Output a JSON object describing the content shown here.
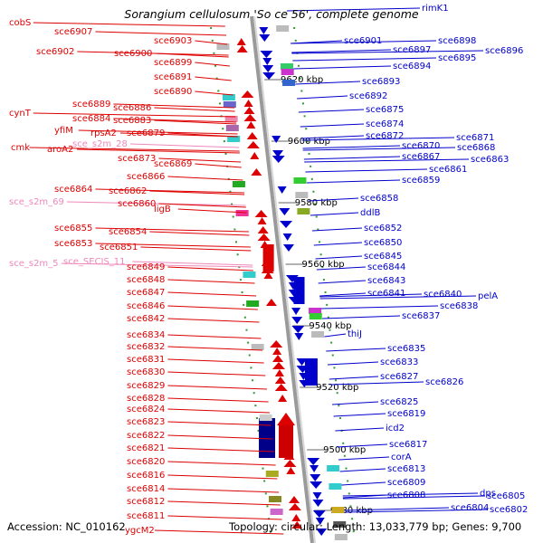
{
  "title": "Sorangium cellulosum 'So ce 56', complete genome",
  "accession": "Accession: NC_010162",
  "topology": "Topology: circular; Length: 13,033,779 bp; Genes: 9,700",
  "colors": {
    "left": "#dd0000",
    "right": "#0000cc",
    "pink": "#ee88bb",
    "axis": "#888888",
    "ruler": "#339933"
  },
  "ruler_ticks": [
    "9620 kbp",
    "9600 kbp",
    "9580 kbp",
    "9560 kbp",
    "9540 kbp",
    "9520 kbp",
    "9500 kbp",
    "9480 kbp"
  ],
  "left_labels": [
    {
      "text": "cobS",
      "color": "red"
    },
    {
      "text": "sce6907",
      "color": "red"
    },
    {
      "text": "sce6903",
      "color": "red"
    },
    {
      "text": "sce6902",
      "color": "red"
    },
    {
      "text": "sce6900",
      "color": "red"
    },
    {
      "text": "sce6899",
      "color": "red"
    },
    {
      "text": "sce6891",
      "color": "red"
    },
    {
      "text": "sce6890",
      "color": "red"
    },
    {
      "text": "sce6889",
      "color": "red"
    },
    {
      "text": "cynT",
      "color": "red"
    },
    {
      "text": "sce6886",
      "color": "red"
    },
    {
      "text": "sce6884",
      "color": "red"
    },
    {
      "text": "sce6883",
      "color": "red"
    },
    {
      "text": "yfiM",
      "color": "red"
    },
    {
      "text": "rpsA2",
      "color": "red"
    },
    {
      "text": "sce6879",
      "color": "red"
    },
    {
      "text": "cmk",
      "color": "red"
    },
    {
      "text": "aroA2",
      "color": "red"
    },
    {
      "text": "sce_s2m_28",
      "color": "pink"
    },
    {
      "text": "sce6873",
      "color": "red"
    },
    {
      "text": "sce6869",
      "color": "red"
    },
    {
      "text": "sce6866",
      "color": "red"
    },
    {
      "text": "sce6864",
      "color": "red"
    },
    {
      "text": "sce6862",
      "color": "red"
    },
    {
      "text": "sce_s2m_69",
      "color": "pink"
    },
    {
      "text": "sce6860",
      "color": "red"
    },
    {
      "text": "ligB",
      "color": "red"
    },
    {
      "text": "sce6855",
      "color": "red"
    },
    {
      "text": "sce6854",
      "color": "red"
    },
    {
      "text": "sce6853",
      "color": "red"
    },
    {
      "text": "sce6851",
      "color": "red"
    },
    {
      "text": "sce_s2m_5",
      "color": "pink"
    },
    {
      "text": "sce_SECIS_11",
      "color": "pink"
    },
    {
      "text": "sce6849",
      "color": "red"
    },
    {
      "text": "sce6848",
      "color": "red"
    },
    {
      "text": "sce6847",
      "color": "red"
    },
    {
      "text": "sce6846",
      "color": "red"
    },
    {
      "text": "sce6842",
      "color": "red"
    },
    {
      "text": "sce6834",
      "color": "red"
    },
    {
      "text": "sce6832",
      "color": "red"
    },
    {
      "text": "sce6831",
      "color": "red"
    },
    {
      "text": "sce6830",
      "color": "red"
    },
    {
      "text": "sce6829",
      "color": "red"
    },
    {
      "text": "sce6828",
      "color": "red"
    },
    {
      "text": "sce6824",
      "color": "red"
    },
    {
      "text": "sce6823",
      "color": "red"
    },
    {
      "text": "sce6822",
      "color": "red"
    },
    {
      "text": "sce6821",
      "color": "red"
    },
    {
      "text": "sce6820",
      "color": "red"
    },
    {
      "text": "sce6816",
      "color": "red"
    },
    {
      "text": "sce6814",
      "color": "red"
    },
    {
      "text": "sce6812",
      "color": "red"
    },
    {
      "text": "sce6811",
      "color": "red"
    },
    {
      "text": "ygcM2",
      "color": "red"
    }
  ],
  "right_labels": [
    {
      "text": "rimK1"
    },
    {
      "text": "sce6901"
    },
    {
      "text": "sce6898"
    },
    {
      "text": "sce6897"
    },
    {
      "text": "sce6896"
    },
    {
      "text": "sce6895"
    },
    {
      "text": "sce6894"
    },
    {
      "text": "sce6893"
    },
    {
      "text": "sce6892"
    },
    {
      "text": "sce6875"
    },
    {
      "text": "sce6874"
    },
    {
      "text": "sce6872"
    },
    {
      "text": "sce6871"
    },
    {
      "text": "sce6870"
    },
    {
      "text": "sce6868"
    },
    {
      "text": "sce6867"
    },
    {
      "text": "sce6863"
    },
    {
      "text": "sce6861"
    },
    {
      "text": "sce6859"
    },
    {
      "text": "sce6858"
    },
    {
      "text": "ddlB"
    },
    {
      "text": "sce6852"
    },
    {
      "text": "sce6850"
    },
    {
      "text": "sce6845"
    },
    {
      "text": "sce6844"
    },
    {
      "text": "sce6843"
    },
    {
      "text": "sce6841"
    },
    {
      "text": "sce6840"
    },
    {
      "text": "pelA"
    },
    {
      "text": "sce6838"
    },
    {
      "text": "sce6837"
    },
    {
      "text": "thiJ"
    },
    {
      "text": "sce6835"
    },
    {
      "text": "sce6833"
    },
    {
      "text": "sce6827"
    },
    {
      "text": "sce6826"
    },
    {
      "text": "sce6825"
    },
    {
      "text": "sce6819"
    },
    {
      "text": "icd2"
    },
    {
      "text": "sce6817"
    },
    {
      "text": "corA"
    },
    {
      "text": "sce6813"
    },
    {
      "text": "sce6809"
    },
    {
      "text": "sce6808"
    },
    {
      "text": "dps"
    },
    {
      "text": "sce6805"
    },
    {
      "text": "sce6804"
    },
    {
      "text": "sce6802"
    }
  ]
}
